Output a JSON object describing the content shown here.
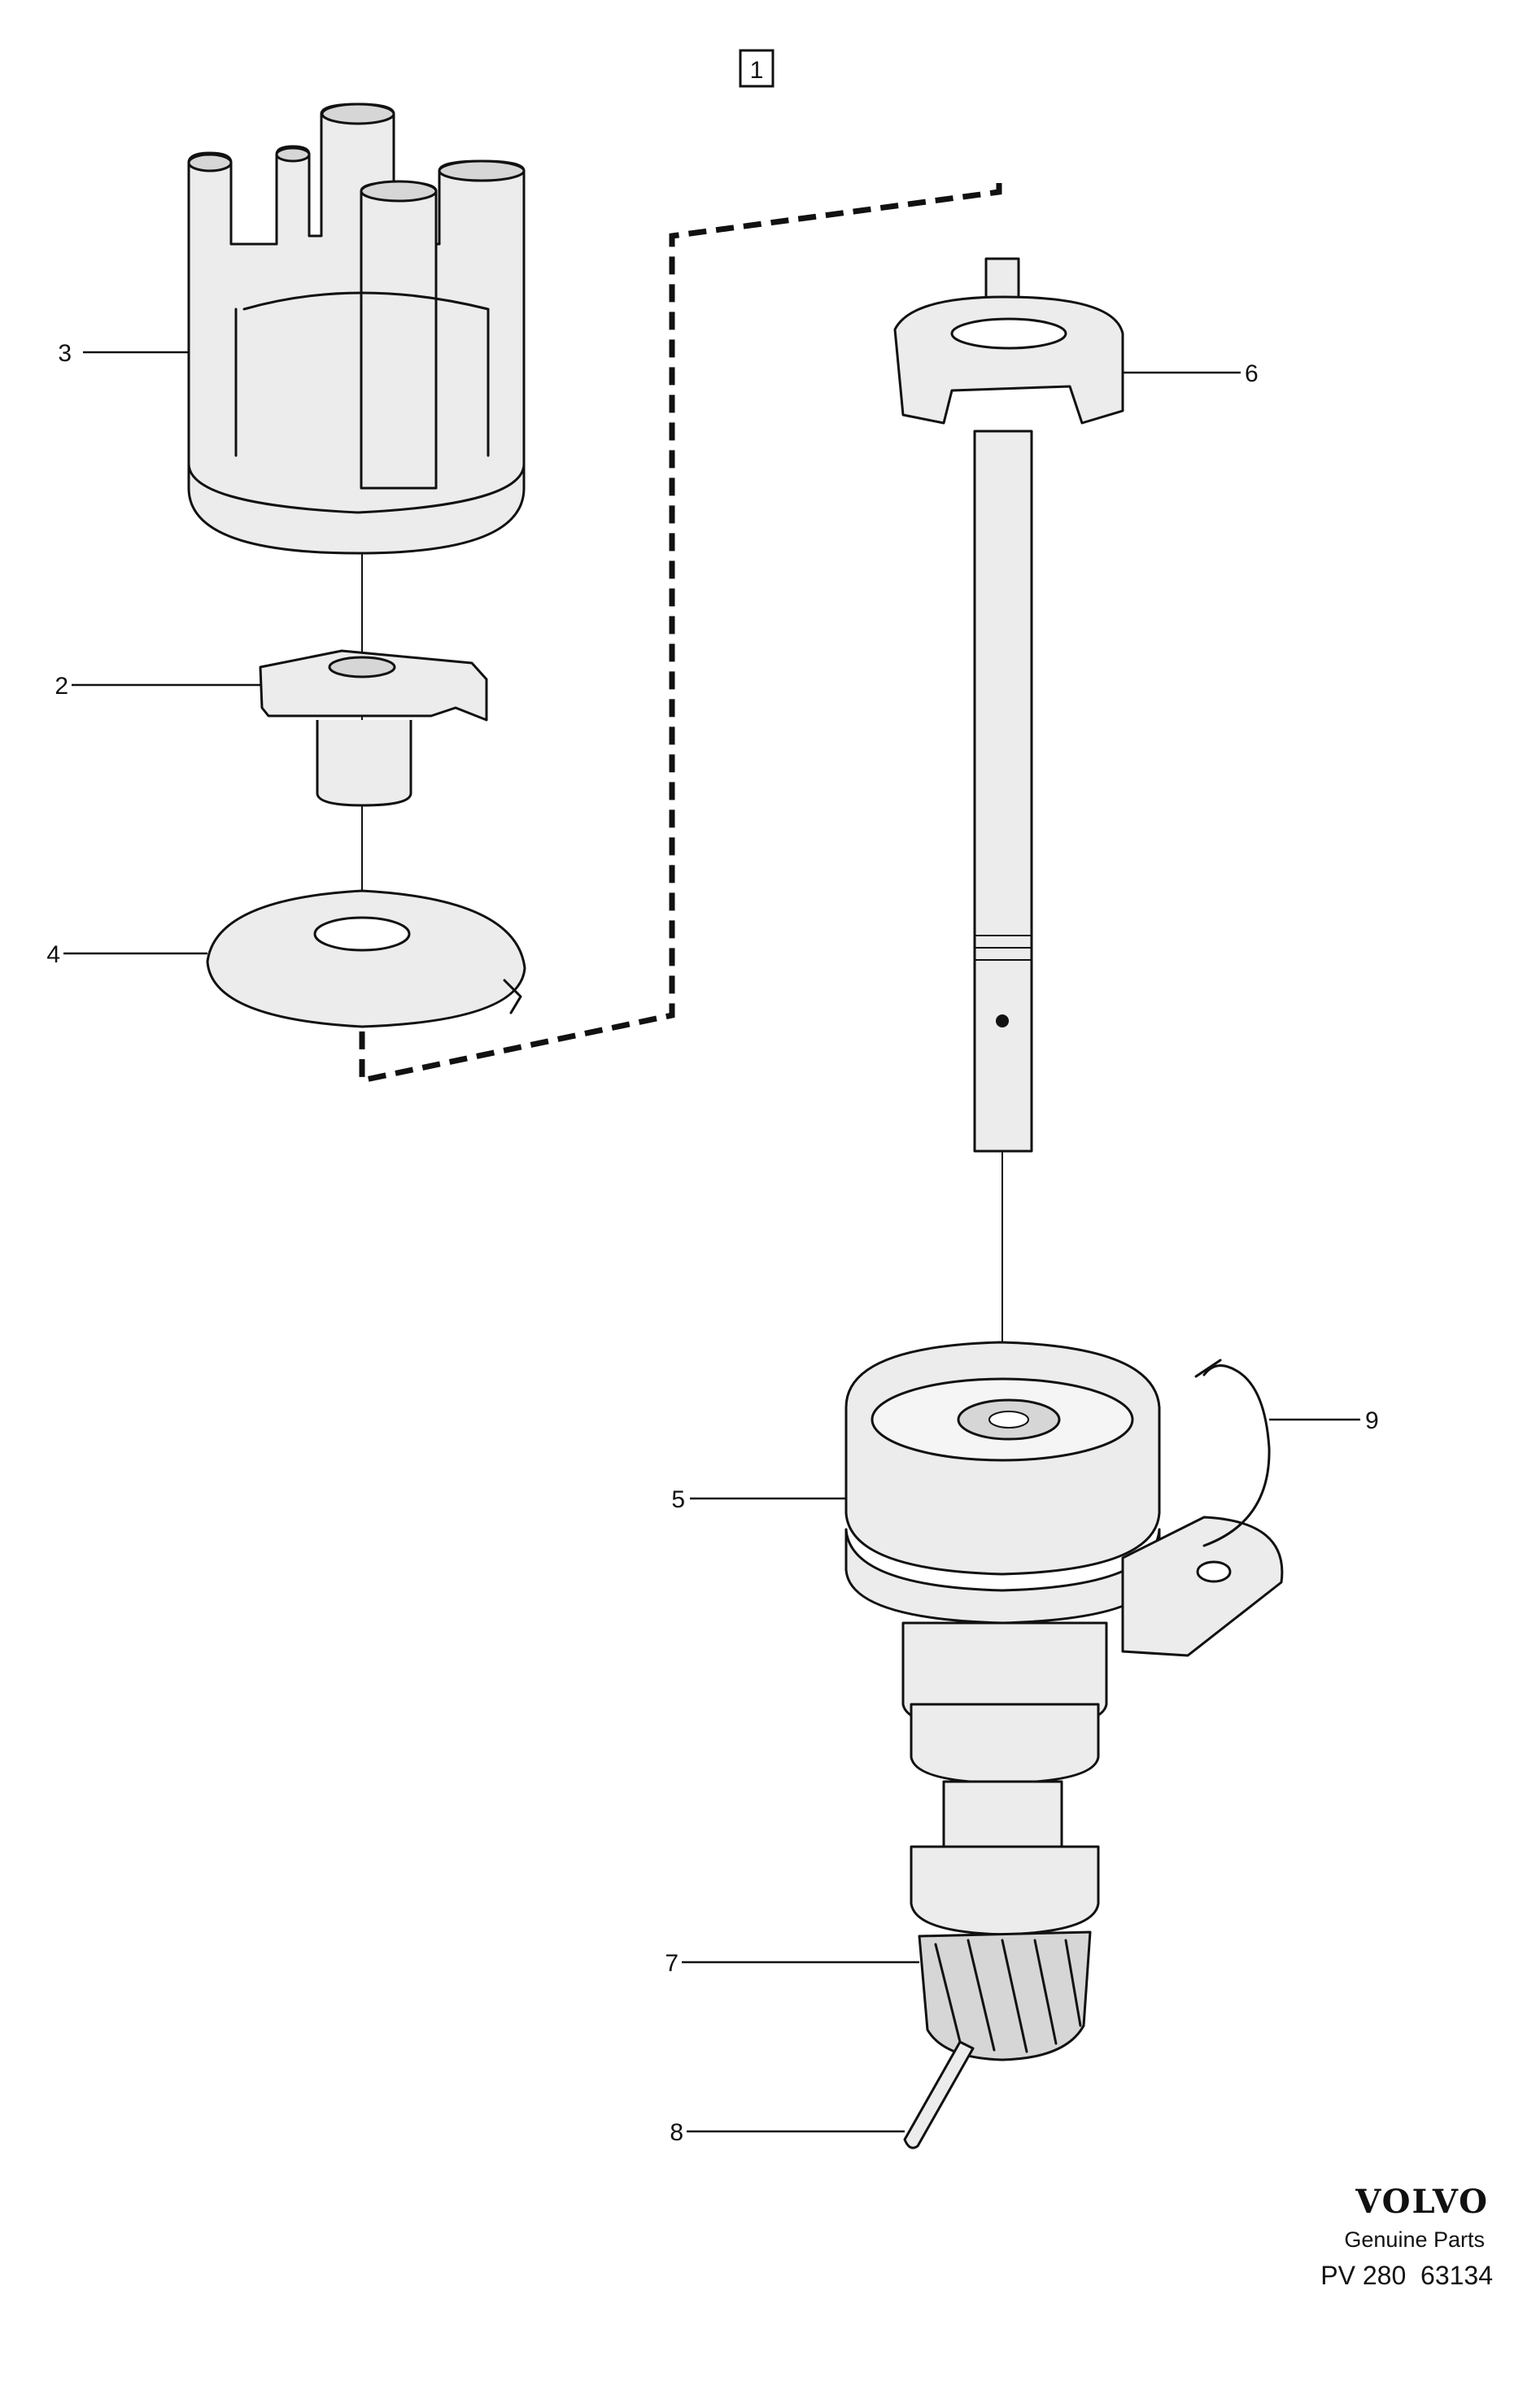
{
  "diagram": {
    "group_label": "1",
    "callouts": {
      "c2": "2",
      "c3": "3",
      "c4": "4",
      "c5": "5",
      "c6": "6",
      "c7": "7",
      "c8": "8",
      "c9": "9"
    }
  },
  "brand": {
    "name": "VOLVO",
    "subtitle": "Genuine Parts",
    "code": "PV 280  63134"
  }
}
